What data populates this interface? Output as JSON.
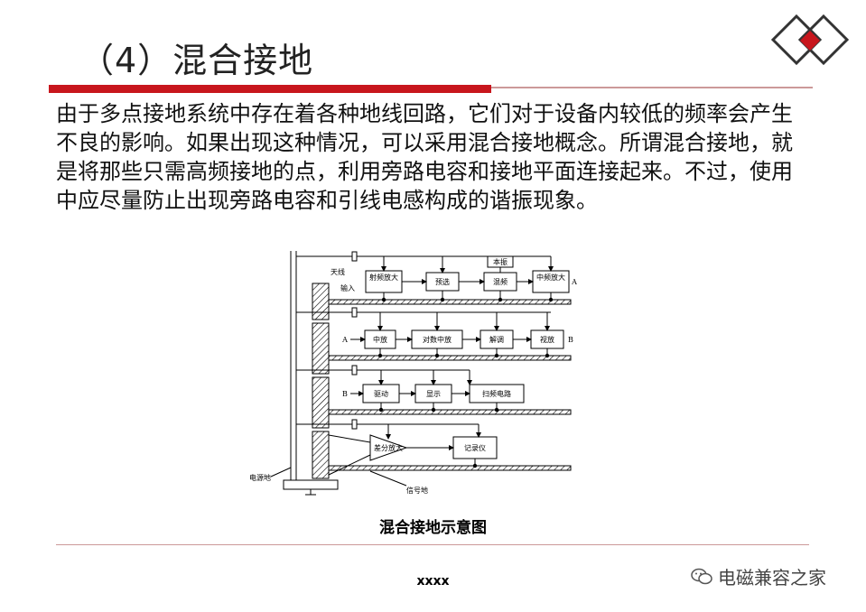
{
  "slide": {
    "title": "（4）混合接地",
    "paragraph": "由于多点接地系统中存在着各种地线回路，它们对于设备内较低的频率会产生不良的影响。如果出现这种情况，可以采用混合接地概念。所谓混合接地，就是将那些只需高频接地的点，利用旁路电容和接地平面连接起来。不过，使用中应尽量防止出现旁路电容和引线电感构成的谐振现象。",
    "caption": "混合接地示意图",
    "footer": "xxxx",
    "watermark": "电磁兼容之家",
    "accent_color": "#c8161d"
  },
  "diagram": {
    "row1": {
      "input_label_1": "天线",
      "input_label_2": "输入",
      "blocks": [
        "射频放大",
        "预选",
        "混频",
        "中频放大"
      ],
      "local_osc": "本振",
      "out_marker": "A"
    },
    "row2": {
      "in_marker": "A",
      "blocks": [
        "中放",
        "对数中放",
        "解调",
        "视放"
      ],
      "out_marker": "B"
    },
    "row3": {
      "in_marker": "B",
      "blocks": [
        "驱动",
        "显示",
        "扫频电路"
      ]
    },
    "row4": {
      "blocks": [
        "差分放大",
        "记录仪"
      ]
    },
    "power_ground": "电源地",
    "signal_ground": "信号地"
  }
}
